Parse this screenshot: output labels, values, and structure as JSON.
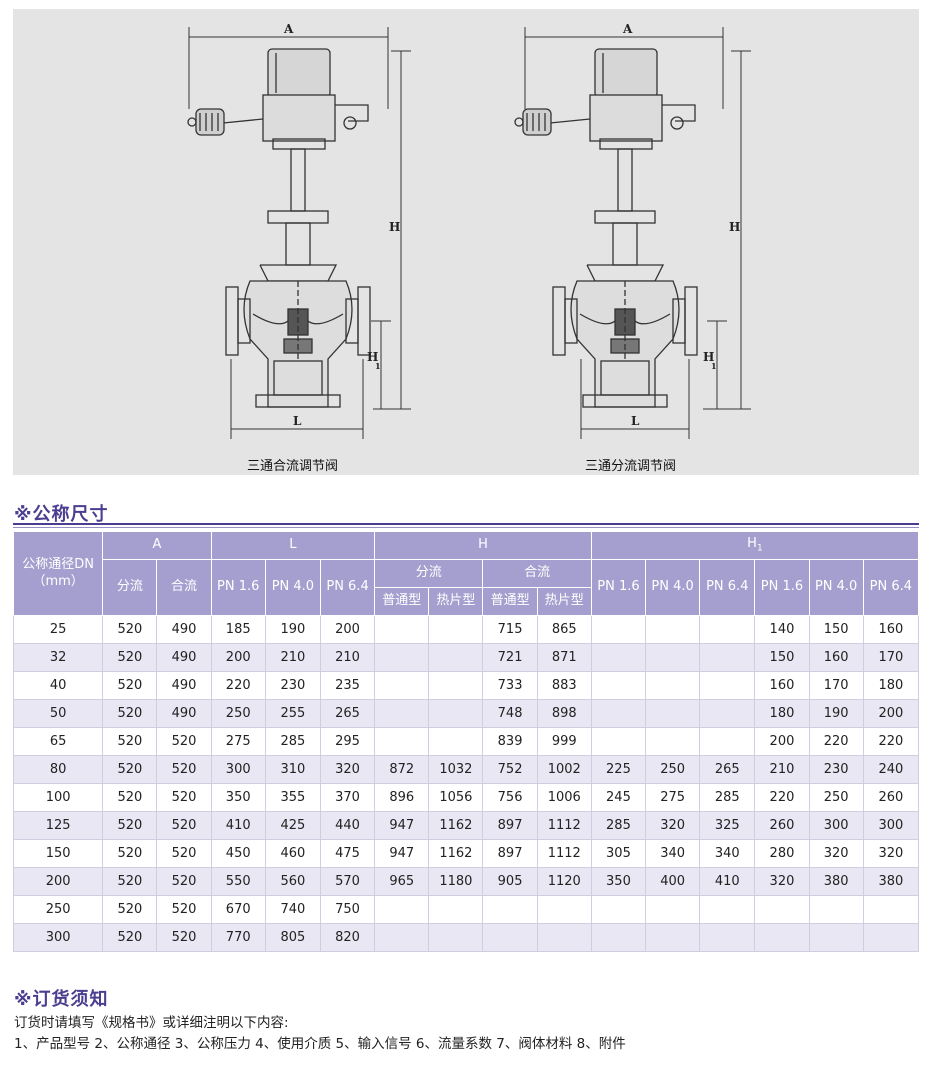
{
  "drawing": {
    "left_caption": "三通合流调节阀",
    "right_caption": "三通分流调节阀",
    "dim_labels": {
      "a": "A",
      "h": "H",
      "h1": "H",
      "h1_sub": "1",
      "l": "L"
    }
  },
  "section_dims": {
    "title": "※公称尺寸"
  },
  "table": {
    "headers": {
      "dn": "公称通径DN（mm）",
      "a": "A",
      "l": "L",
      "h": "H",
      "h1": "H",
      "h1_sub": "1",
      "fenliu": "分流",
      "heliu": "合流",
      "putong": "普通型",
      "repian": "热片型",
      "pn16": "PN 1.6",
      "pn40": "PN 4.0",
      "pn64": "PN 6.4"
    },
    "rows": [
      [
        "25",
        "520",
        "490",
        "185",
        "190",
        "200",
        "",
        "",
        "715",
        "865",
        "",
        "",
        "",
        "140",
        "150",
        "160"
      ],
      [
        "32",
        "520",
        "490",
        "200",
        "210",
        "210",
        "",
        "",
        "721",
        "871",
        "",
        "",
        "",
        "150",
        "160",
        "170"
      ],
      [
        "40",
        "520",
        "490",
        "220",
        "230",
        "235",
        "",
        "",
        "733",
        "883",
        "",
        "",
        "",
        "160",
        "170",
        "180"
      ],
      [
        "50",
        "520",
        "490",
        "250",
        "255",
        "265",
        "",
        "",
        "748",
        "898",
        "",
        "",
        "",
        "180",
        "190",
        "200"
      ],
      [
        "65",
        "520",
        "520",
        "275",
        "285",
        "295",
        "",
        "",
        "839",
        "999",
        "",
        "",
        "",
        "200",
        "220",
        "220"
      ],
      [
        "80",
        "520",
        "520",
        "300",
        "310",
        "320",
        "872",
        "1032",
        "752",
        "1002",
        "225",
        "250",
        "265",
        "210",
        "230",
        "240"
      ],
      [
        "100",
        "520",
        "520",
        "350",
        "355",
        "370",
        "896",
        "1056",
        "756",
        "1006",
        "245",
        "275",
        "285",
        "220",
        "250",
        "260"
      ],
      [
        "125",
        "520",
        "520",
        "410",
        "425",
        "440",
        "947",
        "1162",
        "897",
        "1112",
        "285",
        "320",
        "325",
        "260",
        "300",
        "300"
      ],
      [
        "150",
        "520",
        "520",
        "450",
        "460",
        "475",
        "947",
        "1162",
        "897",
        "1112",
        "305",
        "340",
        "340",
        "280",
        "320",
        "320"
      ],
      [
        "200",
        "520",
        "520",
        "550",
        "560",
        "570",
        "965",
        "1180",
        "905",
        "1120",
        "350",
        "400",
        "410",
        "320",
        "380",
        "380"
      ],
      [
        "250",
        "520",
        "520",
        "670",
        "740",
        "750",
        "",
        "",
        "",
        "",
        "",
        "",
        "",
        "",
        "",
        ""
      ],
      [
        "300",
        "520",
        "520",
        "770",
        "805",
        "820",
        "",
        "",
        "",
        "",
        "",
        "",
        "",
        "",
        "",
        ""
      ]
    ]
  },
  "section_order": {
    "title": "※订货须知",
    "line1": "订货时请填写《规格书》或详细注明以下内容:",
    "line2": "1、产品型号 2、公称通径 3、公称压力 4、使用介质 5、输入信号 6、流量系数 7、阀体材料 8、附件"
  },
  "colors": {
    "accent": "#4b3d8f",
    "header_bg": "#a49fce",
    "row_shade": "#e9e7f3"
  }
}
